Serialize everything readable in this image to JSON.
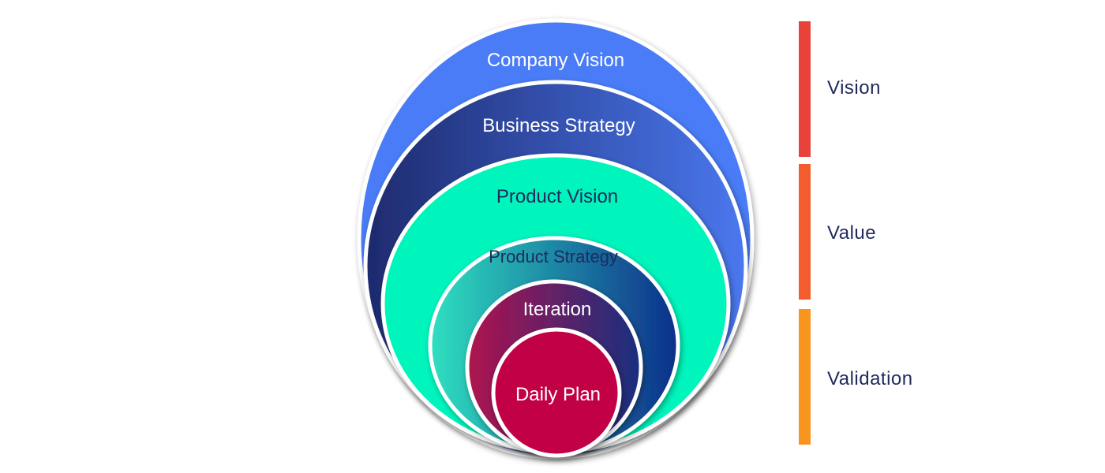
{
  "rings": [
    {
      "label": "Company Vision",
      "fill": "#4a7cf6",
      "text_color": "#ffffff"
    },
    {
      "label": "Business Strategy",
      "fill_from": "#1e2a6e",
      "fill_to": "#4a78ee",
      "text_color": "#ffffff"
    },
    {
      "label": "Product Vision",
      "fill": "#00f5bd",
      "text_color": "#1f2a5c"
    },
    {
      "label": "Product Strategy",
      "fill_from": "#2fe0c0",
      "fill_to": "#0d2f8a",
      "text_color": "#1f2a5c"
    },
    {
      "label": "Iteration",
      "fill_from": "#b0124e",
      "fill_to": "#17307f",
      "text_color": "#ffffff"
    },
    {
      "label": "Daily Plan",
      "fill": "#c20045",
      "text_color": "#ffffff"
    }
  ],
  "side_labels": [
    {
      "label": "Vision",
      "color": "#e8433b"
    },
    {
      "label": "Value",
      "color": "#f25c2e"
    },
    {
      "label": "Validation",
      "color": "#f7951f"
    }
  ]
}
